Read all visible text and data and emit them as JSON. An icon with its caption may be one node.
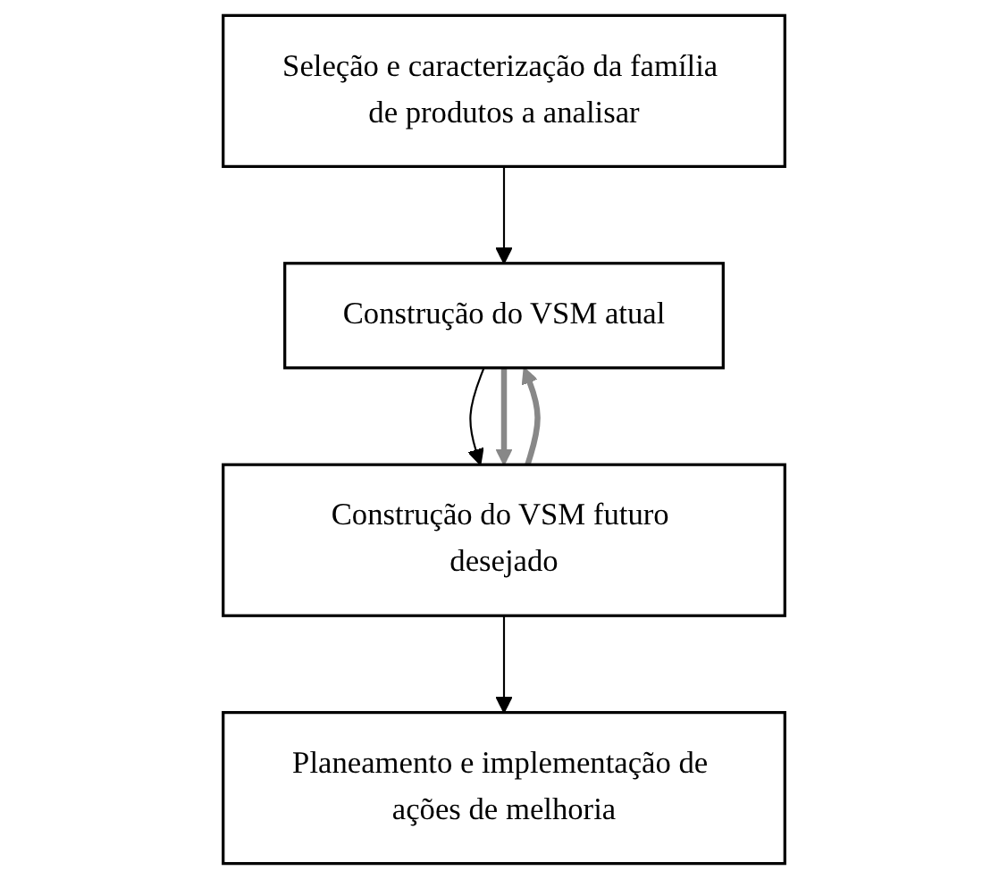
{
  "diagram": {
    "nodes": [
      {
        "text": [
          "Seleção e caracterização da família de produtos a analisar"
        ]
      },
      {
        "text": [
          "Construção do VSM atual"
        ]
      },
      {
        "text": [
          "Construção do VSM futuro desejado"
        ]
      },
      {
        "text": [
          "Planeamento e implementação de ações de melhoria"
        ]
      }
    ],
    "edges": [
      {
        "from": 0,
        "to": 1,
        "arrow": "to"
      },
      {
        "from": 1,
        "to": 2,
        "arrow": "to"
      },
      {
        "from": 2,
        "to": 3,
        "arrow": "to"
      },
      {
        "from": 2,
        "to": 1,
        "arrow": "to",
        "style": "thick",
        "color": "#888888"
      },
      {
        "from": 1,
        "to": 2,
        "arrow": "to",
        "style": "thick",
        "color": "#888888"
      }
    ]
  }
}
